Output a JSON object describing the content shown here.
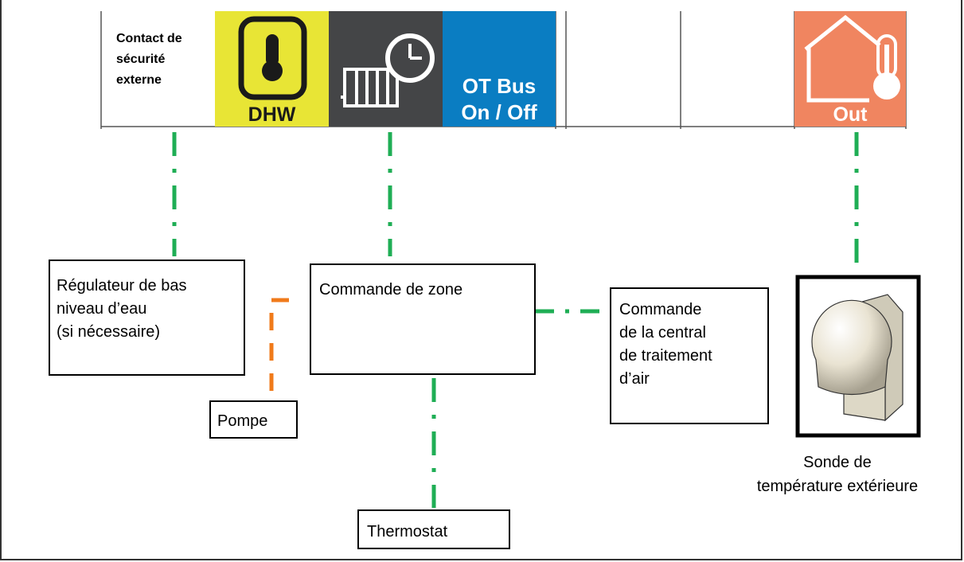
{
  "top_bar": {
    "safety_contact": "Contact de\nsécurité\nexterne",
    "dhw_label": "DHW",
    "ot_bus_label": "OT Bus\nOn / Off",
    "out_label": "Out"
  },
  "nodes": {
    "low_water": "Régulateur de bas\nniveau d’eau\n(si nécessaire)",
    "zone_control": "Commande de zone",
    "ahu_control": "Commande\nde la central\nde traitement\nd’air",
    "pump": "Pompe",
    "thermostat": "Thermostat",
    "outdoor_sensor": "Sonde de\ntempérature extérieure"
  },
  "colors": {
    "dhw": "#E8E535",
    "heating": "#444547",
    "ot_bus": "#0A7DC2",
    "outdoor": "#F08560",
    "green_link": "#1FAE55",
    "orange_link": "#F07A1A"
  },
  "icons": {
    "dhw": "thermometer-icon",
    "heating": "radiator-clock-icon",
    "outdoor": "house-thermometer-icon",
    "sensor": "outdoor-sensor-dome-icon"
  }
}
